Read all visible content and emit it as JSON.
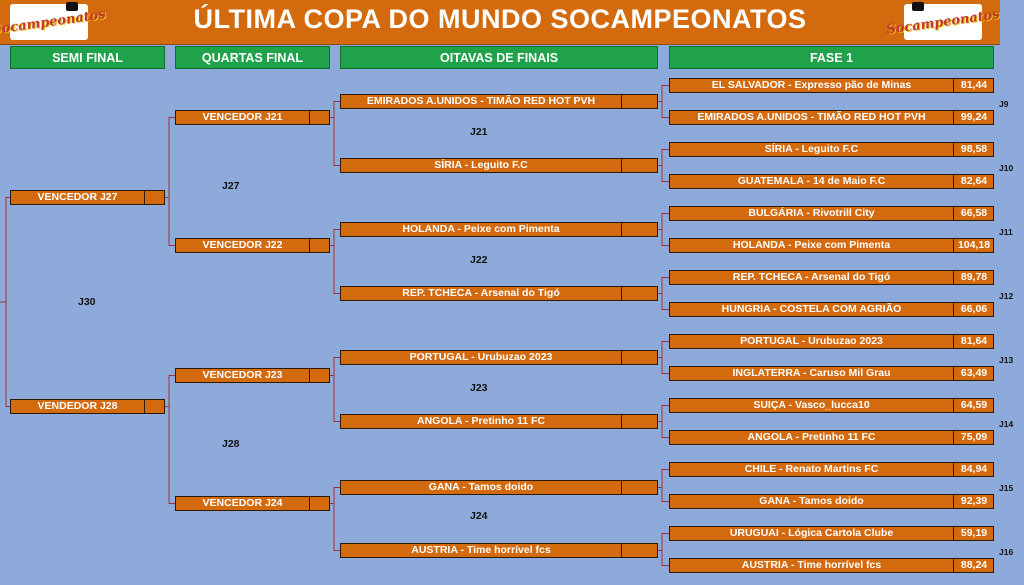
{
  "title": "ÚLTIMA COPA DO MUNDO SOCAMPEONATOS",
  "logo_text": "Socampeonatos",
  "columns": {
    "semi": "SEMI FINAL",
    "quartas": "QUARTAS FINAL",
    "oitavas": "OITAVAS DE FINAIS",
    "fase1": "FASE 1"
  },
  "fase1": [
    {
      "team": "EL SALVADOR  - Expresso pão de Minas",
      "score": "81,44"
    },
    {
      "team": "EMIRADOS A.UNIDOS - TIMÃO RED HOT PVH",
      "score": "99,24"
    },
    {
      "team": "SÍRIA - Leguito F.C",
      "score": "98,58"
    },
    {
      "team": "GUATEMALA - 14 de Maio F.C",
      "score": "82,64"
    },
    {
      "team": "BULGÁRIA - Rivotrill City",
      "score": "66,58"
    },
    {
      "team": "HOLANDA - Peixe com Pimenta",
      "score": "104,18"
    },
    {
      "team": "REP. TCHECA - Arsenal do Tigó",
      "score": "89,78"
    },
    {
      "team": "HUNGRIA - COSTELA COM AGRIÃO",
      "score": "66,06"
    },
    {
      "team": "PORTUGAL - Urubuzao 2023",
      "score": "81,64"
    },
    {
      "team": "INGLATERRA - Caruso Mil Grau",
      "score": "63,49"
    },
    {
      "team": "SUIÇA - Vasco_lucca10",
      "score": "64,59"
    },
    {
      "team": "ANGOLA - Pretinho 11 FC",
      "score": "75,09"
    },
    {
      "team": "CHILE - Renato Martins FC",
      "score": "84,94"
    },
    {
      "team": "GANA - Tamos doido",
      "score": "92,39"
    },
    {
      "team": "URUGUAI - Lógica Cartola Clube",
      "score": "59,19"
    },
    {
      "team": "AUSTRIA - Time horrível fcs",
      "score": "88,24"
    }
  ],
  "fase1_games": [
    "J9",
    "J10",
    "J11",
    "J12",
    "J13",
    "J14",
    "J15",
    "J16"
  ],
  "oitavas": [
    {
      "team": "EMIRADOS A.UNIDOS - TIMÃO RED HOT PVH"
    },
    {
      "team": "SÍRIA - Leguito F.C"
    },
    {
      "team": "HOLANDA - Peixe com Pimenta"
    },
    {
      "team": "REP. TCHECA - Arsenal do Tigó"
    },
    {
      "team": "PORTUGAL - Urubuzao 2023"
    },
    {
      "team": "ANGOLA - Pretinho 11 FC"
    },
    {
      "team": "GANA - Tamos doido"
    },
    {
      "team": "AUSTRIA - Time horrível fcs"
    }
  ],
  "oitavas_games": [
    "J21",
    "J22",
    "J23",
    "J24"
  ],
  "quartas": [
    "VENCEDOR J21",
    "VENCEDOR J22",
    "VENCEDOR J23",
    "VENCEDOR J24"
  ],
  "quartas_games": [
    "J27",
    "J28"
  ],
  "semi": [
    "VENCEDOR J27",
    "VENDEDOR J28"
  ],
  "semi_game": "J30",
  "colors": {
    "background": "#8eaadb",
    "box": "#d46a0e",
    "header_green": "#1fa24a",
    "line": "#a0303a"
  }
}
